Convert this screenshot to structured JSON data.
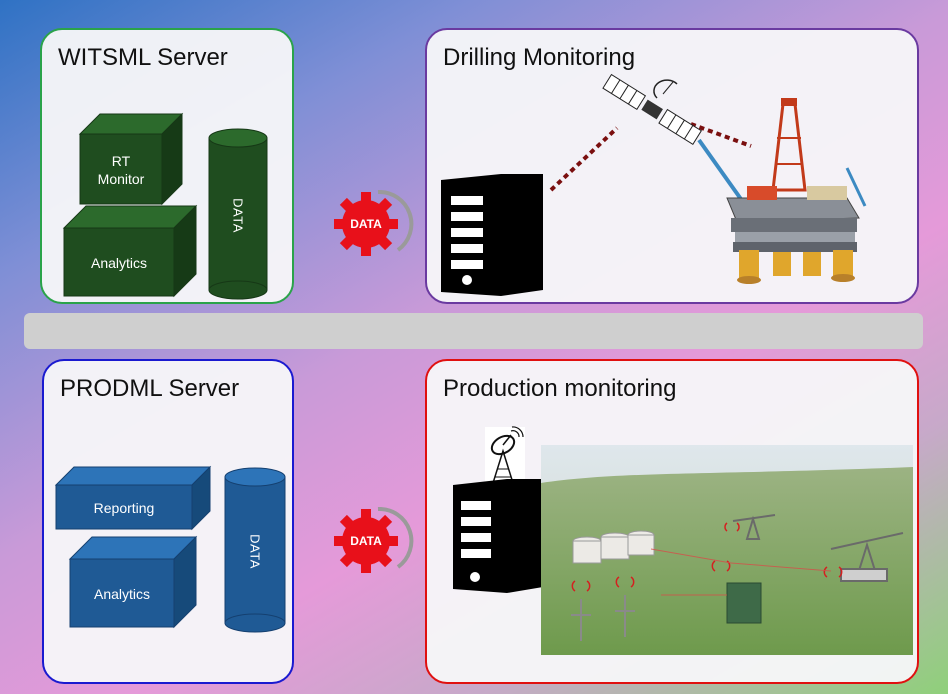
{
  "witsml": {
    "title": "WITSML Server",
    "border_color": "#2aa34a",
    "fill_color": "#1f4d1f",
    "cube_top": "RT\nMonitor",
    "cube_bottom": "Analytics",
    "cylinder": "DATA"
  },
  "drilling": {
    "title": "Drilling Monitoring",
    "border_color": "#6a3aa0",
    "link_color": "#7a0f0f",
    "icons": [
      "server-icon",
      "satellite-icon",
      "offshore-rig-icon"
    ]
  },
  "prodml": {
    "title": "PRODML Server",
    "border_color": "#1a1ad0",
    "fill_color": "#1f5a95",
    "cube_top": "Reporting",
    "cube_bottom": "Analytics",
    "cylinder": "DATA"
  },
  "production": {
    "title": "Production monitoring",
    "border_color": "#e01010",
    "icons": [
      "server-icon",
      "radio-antenna-icon",
      "oilfield-scene-icon"
    ]
  },
  "connectors": {
    "top": "DATA",
    "bottom": "DATA",
    "gear_color": "#e8101a"
  }
}
